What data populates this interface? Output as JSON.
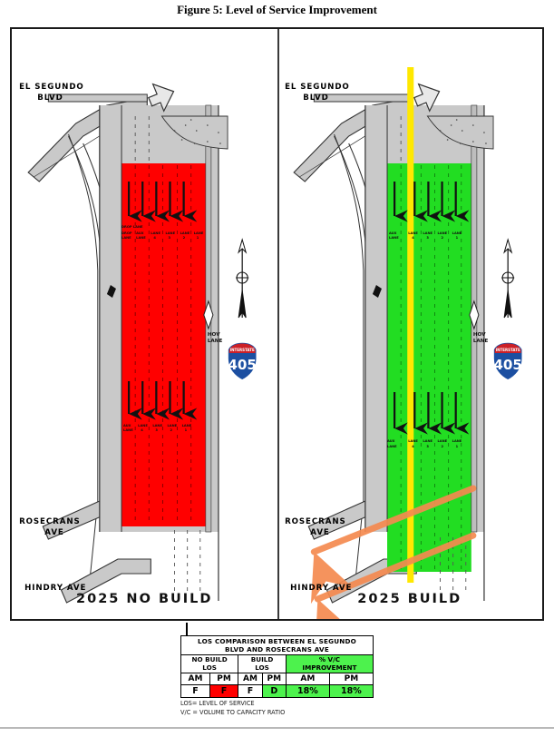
{
  "figure": {
    "title": "Figure 5: Level of Service Improvement"
  },
  "panels": {
    "left": {
      "caption": "2025 NO BUILD",
      "mainline_color": "#ff0000",
      "streets": {
        "el_segundo": "EL SEGUNDO\nBLVD",
        "el_segundo_line1": "EL SEGUNDO",
        "el_segundo_line2": "BLVD",
        "rosecrans_line1": "ROSECRANS",
        "rosecrans_line2": "AVE",
        "hindry": "HINDRY AVE"
      },
      "lane_labels_upper": [
        "DROP\nLANE",
        "AUX\nLANE",
        "LANE\n4",
        "LANE\n3",
        "LANE\n2",
        "LANE\n1"
      ],
      "lane_labels_lower": [
        "AUX\nLANE",
        "LANE\n4",
        "LANE\n3",
        "LANE\n2",
        "LANE\n1"
      ],
      "hov_label": "HOV\nLANE",
      "route_shield": "405",
      "route_shield_top": "INTERSTATE"
    },
    "right": {
      "caption": "2025 BUILD",
      "mainline_color": "#22dd22",
      "hov_color": "#ffe800",
      "ramp_color": "#f58a50",
      "streets": {
        "el_segundo_line1": "EL SEGUNDO",
        "el_segundo_line2": "BLVD",
        "rosecrans_line1": "ROSECRANS",
        "rosecrans_line2": "AVE",
        "hindry": "HINDRY AVE"
      },
      "lane_labels_upper": [
        "AUX\nLANE",
        "LANE\n4",
        "LANE\n3",
        "LANE\n2",
        "LANE\n1"
      ],
      "lane_labels_lower": [
        "AUX\nLANE",
        "LANE\n4",
        "LANE\n3",
        "LANE\n2",
        "LANE\n1"
      ],
      "hov_label": "HOV\nLANE",
      "route_shield": "405",
      "route_shield_top": "INTERSTATE"
    }
  },
  "table": {
    "title_line1": "LOS COMPARISON BETWEEN EL SEGUNDO",
    "title_line2": "BLVD AND ROSECRANS AVE",
    "groups": [
      {
        "line1": "NO BUILD",
        "line2": "LOS"
      },
      {
        "line1": "BUILD",
        "line2": "LOS"
      },
      {
        "line1": "% V/C",
        "line2": "IMPROVEMENT"
      }
    ],
    "periods": [
      "AM",
      "PM",
      "AM",
      "PM",
      "AM",
      "PM"
    ],
    "values": [
      "F",
      "F",
      "F",
      "D",
      "18%",
      "18%"
    ]
  },
  "footnotes": [
    "LOS= LEVEL OF SERVICE",
    "V/C = VOLUME TO CAPACITY RATIO"
  ],
  "colors": {
    "los_f_red": "#ff0000",
    "los_improved_green": "#4df24d",
    "freeway_gray": "#c9c9c9",
    "shield_blue": "#1c4fa1",
    "shield_red": "#cc2027"
  }
}
